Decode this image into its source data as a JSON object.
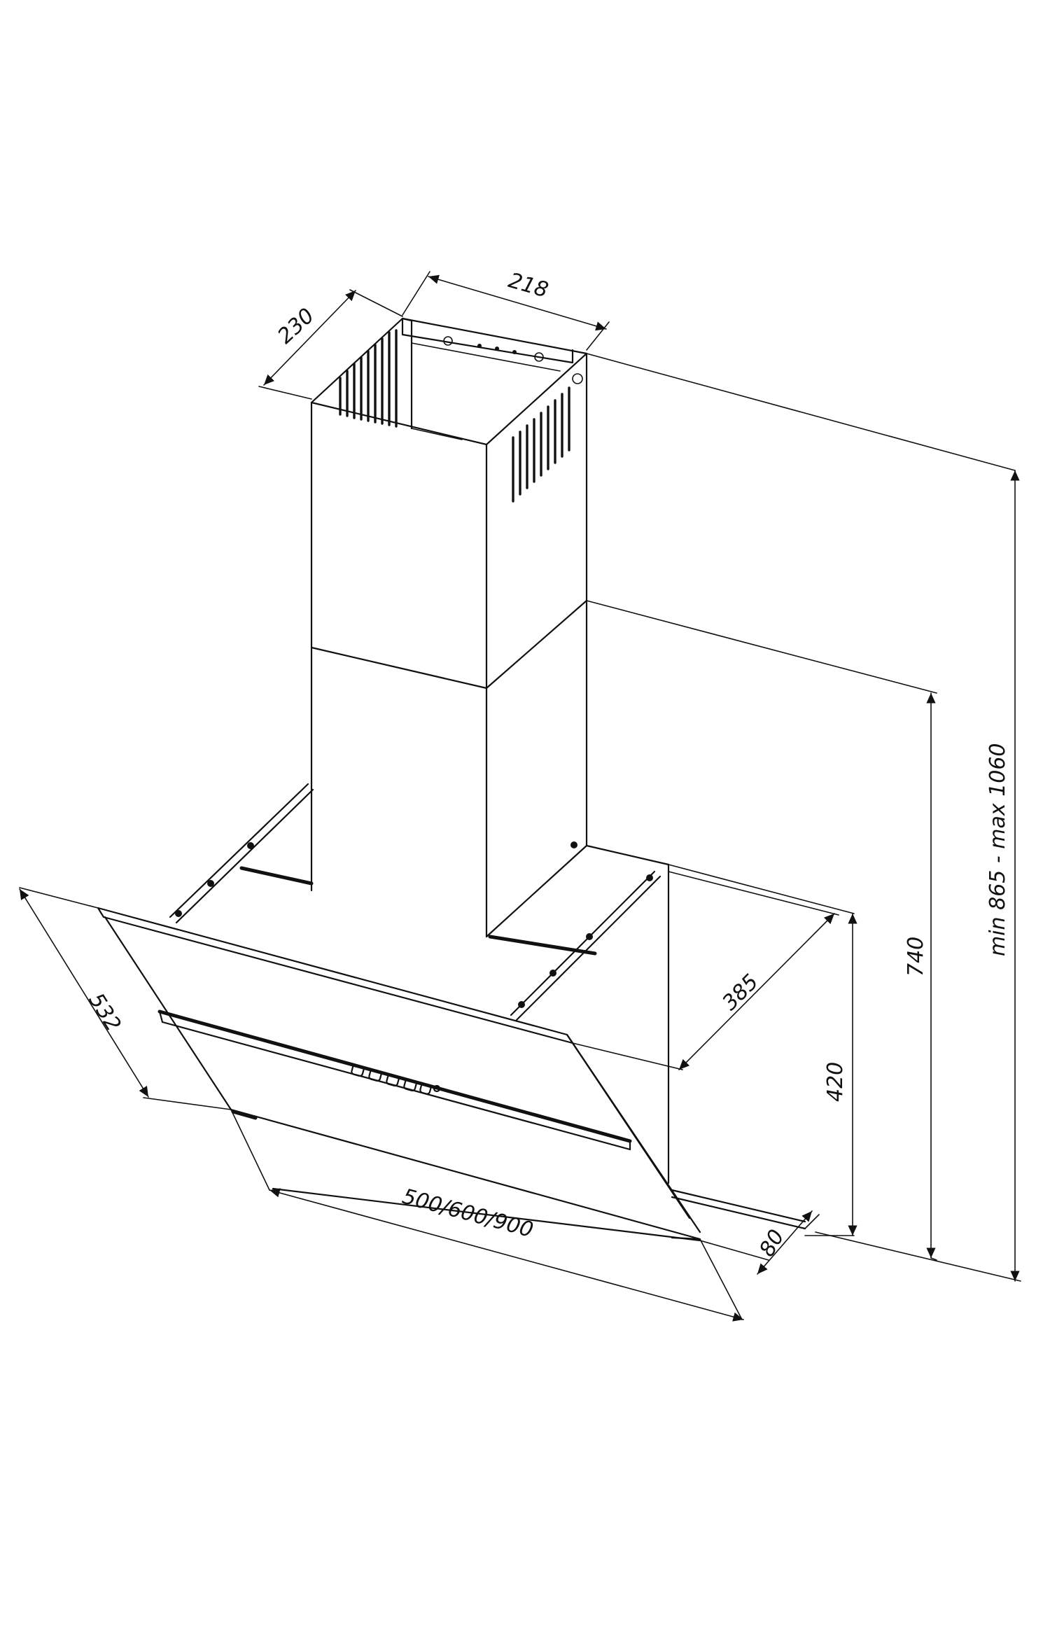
{
  "diagram": {
    "dimensions": {
      "chimney_width": "218",
      "chimney_depth": "230",
      "glass_depth": "532",
      "body_depth": "385",
      "body_height": "420",
      "thickness": "80",
      "width": "500/600/900",
      "height_lower": "740",
      "height_total": "min 865 - max 1060"
    }
  }
}
